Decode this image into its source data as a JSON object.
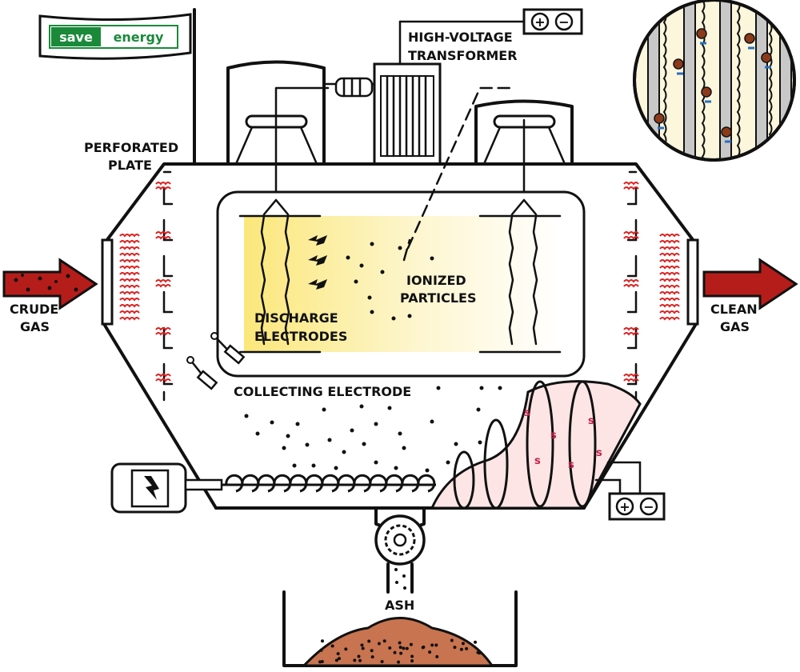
{
  "flag": {
    "word1": "save",
    "word2": "energy",
    "color": "#1a8a3a"
  },
  "labels": {
    "transformer_line1": "HIGH-VOLTAGE",
    "transformer_line2": "TRANSFORMER",
    "perforated_line1": "PERFORATED",
    "perforated_line2": "PLATE",
    "crude_line1": "CRUDE",
    "crude_line2": "GAS",
    "clean_line1": "CLEAN",
    "clean_line2": "GAS",
    "discharge_line1": "DISCHARGE",
    "discharge_line2": "ELECTRODES",
    "ionized_line1": "IONIZED",
    "ionized_line2": "PARTICLES",
    "collecting": "COLLECTING ELECTRODE",
    "ash": "ASH"
  },
  "battery": {
    "plus": "+",
    "minus": "−"
  },
  "colors": {
    "gas_arrow": "#b51d1a",
    "heat_wave": "#d22222",
    "glow": "#fbe77a",
    "ash": "#c87450",
    "inset_bg": "#fbf6dc",
    "ion_arrow": "#2a6fc0"
  }
}
